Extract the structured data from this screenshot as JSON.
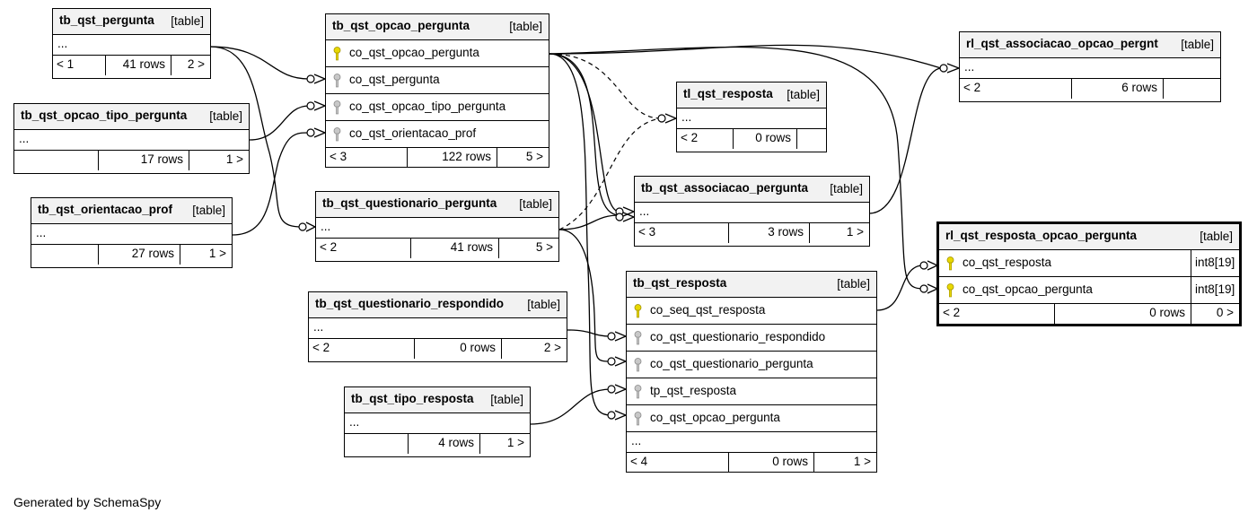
{
  "footer": "Generated by SchemaSpy",
  "tables": {
    "tb_qst_pergunta": {
      "name": "tb_qst_pergunta",
      "tag": "[table]",
      "dots": "...",
      "parents": "< 1",
      "rows": "41 rows",
      "children": "2 >"
    },
    "tb_qst_opcao_tipo_pergunta": {
      "name": "tb_qst_opcao_tipo_pergunta",
      "tag": "[table]",
      "dots": "...",
      "parents": "",
      "rows": "17 rows",
      "children": "1 >"
    },
    "tb_qst_orientacao_prof": {
      "name": "tb_qst_orientacao_prof",
      "tag": "[table]",
      "dots": "...",
      "parents": "",
      "rows": "27 rows",
      "children": "1 >"
    },
    "tb_qst_opcao_pergunta": {
      "name": "tb_qst_opcao_pergunta",
      "tag": "[table]",
      "columns": [
        {
          "name": "co_qst_opcao_pergunta",
          "key": "primary"
        },
        {
          "name": "co_qst_pergunta",
          "key": "foreign"
        },
        {
          "name": "co_qst_opcao_tipo_pergunta",
          "key": "foreign"
        },
        {
          "name": "co_qst_orientacao_prof",
          "key": "foreign"
        }
      ],
      "parents": "< 3",
      "rows": "122 rows",
      "children": "5 >"
    },
    "tb_qst_questionario_pergunta": {
      "name": "tb_qst_questionario_pergunta",
      "tag": "[table]",
      "dots": "...",
      "parents": "< 2",
      "rows": "41 rows",
      "children": "5 >"
    },
    "tb_qst_questionario_respondido": {
      "name": "tb_qst_questionario_respondido",
      "tag": "[table]",
      "dots": "...",
      "parents": "< 2",
      "rows": "0 rows",
      "children": "2 >"
    },
    "tb_qst_tipo_resposta": {
      "name": "tb_qst_tipo_resposta",
      "tag": "[table]",
      "dots": "...",
      "parents": "",
      "rows": "4 rows",
      "children": "1 >"
    },
    "tl_qst_resposta": {
      "name": "tl_qst_resposta",
      "tag": "[table]",
      "dots": "...",
      "parents": "< 2",
      "rows": "0 rows",
      "children": ""
    },
    "tb_qst_associacao_pergunta": {
      "name": "tb_qst_associacao_pergunta",
      "tag": "[table]",
      "dots": "...",
      "parents": "< 3",
      "rows": "3 rows",
      "children": "1 >"
    },
    "tb_qst_resposta": {
      "name": "tb_qst_resposta",
      "tag": "[table]",
      "columns": [
        {
          "name": "co_seq_qst_resposta",
          "key": "primary"
        },
        {
          "name": "co_qst_questionario_respondido",
          "key": "foreign"
        },
        {
          "name": "co_qst_questionario_pergunta",
          "key": "foreign"
        },
        {
          "name": "tp_qst_resposta",
          "key": "foreign"
        },
        {
          "name": "co_qst_opcao_pergunta",
          "key": "foreign"
        }
      ],
      "dots": "...",
      "parents": "< 4",
      "rows": "0 rows",
      "children": "1 >"
    },
    "rl_qst_associacao_opcao_pergnt": {
      "name": "rl_qst_associacao_opcao_pergnt",
      "tag": "[table]",
      "dots": "...",
      "parents": "< 2",
      "rows": "6 rows",
      "children": ""
    },
    "rl_qst_resposta_opcao_pergunta": {
      "name": "rl_qst_resposta_opcao_pergunta",
      "tag": "[table]",
      "columns": [
        {
          "name": "co_qst_resposta",
          "key": "primary",
          "type": "int8[19]"
        },
        {
          "name": "co_qst_opcao_pergunta",
          "key": "primary",
          "type": "int8[19]"
        }
      ],
      "parents": "< 2",
      "rows": "0 rows",
      "children": "0 >"
    }
  },
  "colors": {
    "primary_key": "#e8d800",
    "foreign_key": "#a8a8a8",
    "header_bg": "#f2f2f2",
    "line": "#000000"
  }
}
